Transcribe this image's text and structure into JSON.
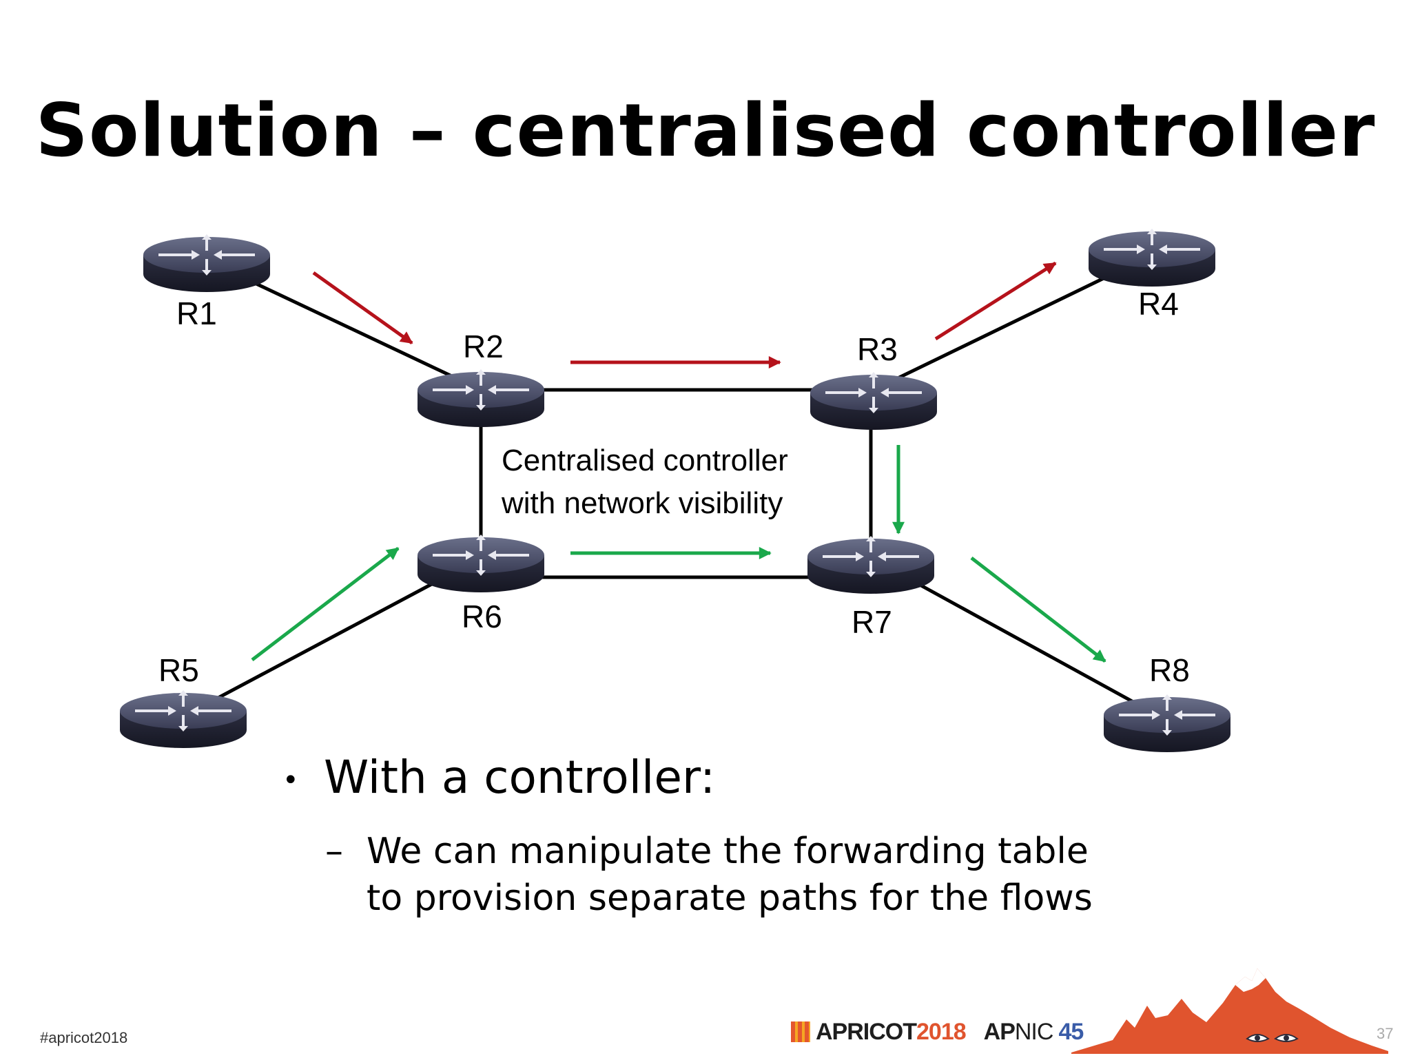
{
  "slide": {
    "title": "Solution – centralised controller",
    "routers": [
      {
        "id": "r1",
        "label": "R1"
      },
      {
        "id": "r2",
        "label": "R2"
      },
      {
        "id": "r3",
        "label": "R3"
      },
      {
        "id": "r4",
        "label": "R4"
      },
      {
        "id": "r5",
        "label": "R5"
      },
      {
        "id": "r6",
        "label": "R6"
      },
      {
        "id": "r7",
        "label": "R7"
      },
      {
        "id": "r8",
        "label": "R8"
      }
    ],
    "controller_note": [
      "Centralised controller",
      "with network visibility"
    ],
    "bullet": "With a controller:",
    "sub_bullet": [
      "We can manipulate the forwarding table",
      "to provision separate paths for the flows"
    ],
    "flow_colors": {
      "red": "#b5121b",
      "green": "#1aa84b"
    }
  },
  "footer": {
    "hashtag": "#apricot2018",
    "apricot_brand": "APRICOT",
    "apricot_year": "2018",
    "apnic_brand_bold": "AP",
    "apnic_brand_rest": "NIC",
    "apnic_number": "45",
    "page_number": "37"
  }
}
